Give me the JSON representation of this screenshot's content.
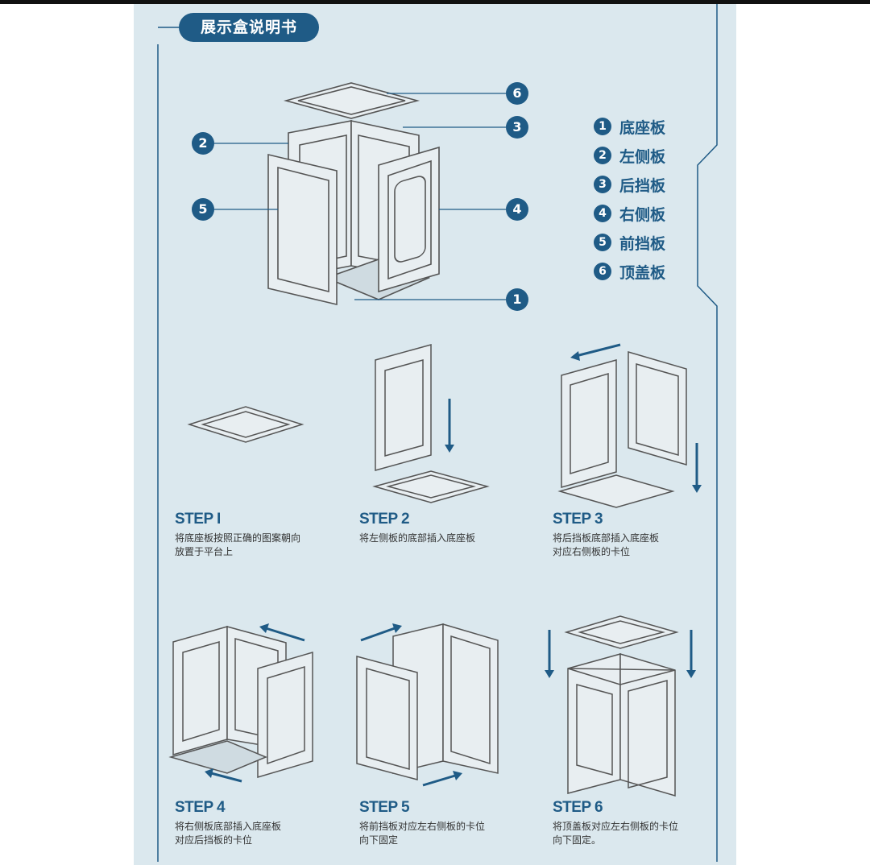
{
  "title": "展示盒说明书",
  "legend": [
    {
      "num": "1",
      "label": "底座板"
    },
    {
      "num": "2",
      "label": "左侧板"
    },
    {
      "num": "3",
      "label": "后挡板"
    },
    {
      "num": "4",
      "label": "右侧板"
    },
    {
      "num": "5",
      "label": "前挡板"
    },
    {
      "num": "6",
      "label": "顶盖板"
    }
  ],
  "callouts": {
    "c1": "1",
    "c2": "2",
    "c3": "3",
    "c4": "4",
    "c5": "5",
    "c6": "6"
  },
  "steps": [
    {
      "title": "STEP I",
      "desc1": "将底座板按照正确的图案朝向",
      "desc2": "放置于平台上"
    },
    {
      "title": "STEP 2",
      "desc1": "将左侧板的底部插入底座板",
      "desc2": ""
    },
    {
      "title": "STEP 3",
      "desc1": "将后挡板底部插入底座板",
      "desc2": "对应右侧板的卡位"
    },
    {
      "title": "STEP 4",
      "desc1": "将右侧板底部插入底座板",
      "desc2": "对应后挡板的卡位"
    },
    {
      "title": "STEP 5",
      "desc1": "将前挡板对应左右侧板的卡位",
      "desc2": "向下固定"
    },
    {
      "title": "STEP 6",
      "desc1": "将顶盖板对应左右侧板的卡位",
      "desc2": "向下固定。"
    }
  ],
  "colors": {
    "background": "#dbe8ee",
    "accent": "#1f5b86",
    "line": "#555555"
  }
}
